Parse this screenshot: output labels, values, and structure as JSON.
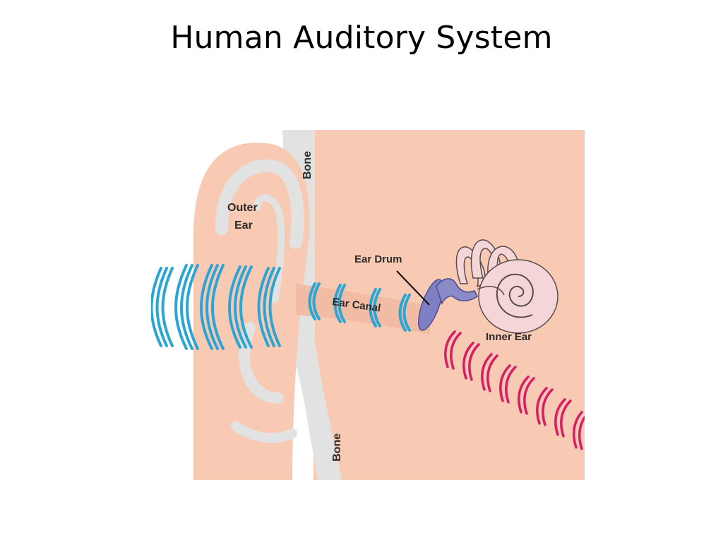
{
  "slide": {
    "title": "Human Auditory System"
  },
  "diagram": {
    "labels": {
      "outer_ear_line1": "Outer",
      "outer_ear_line2": "Ear",
      "bone_top": "Bone",
      "bone_bottom": "Bone",
      "ear_drum": "Ear Drum",
      "ear_canal": "Ear Canal",
      "inner_ear": "Inner Ear"
    },
    "colors": {
      "skin": "#f8c9b3",
      "skin_shadow": "#edb79f",
      "bone": "#e2e2e2",
      "sound_waves_in": "#2aa6d6",
      "sound_waves_out": "#d81e63",
      "ear_drum": "#7f80c4",
      "cochlea": "#f4d6d8"
    }
  }
}
